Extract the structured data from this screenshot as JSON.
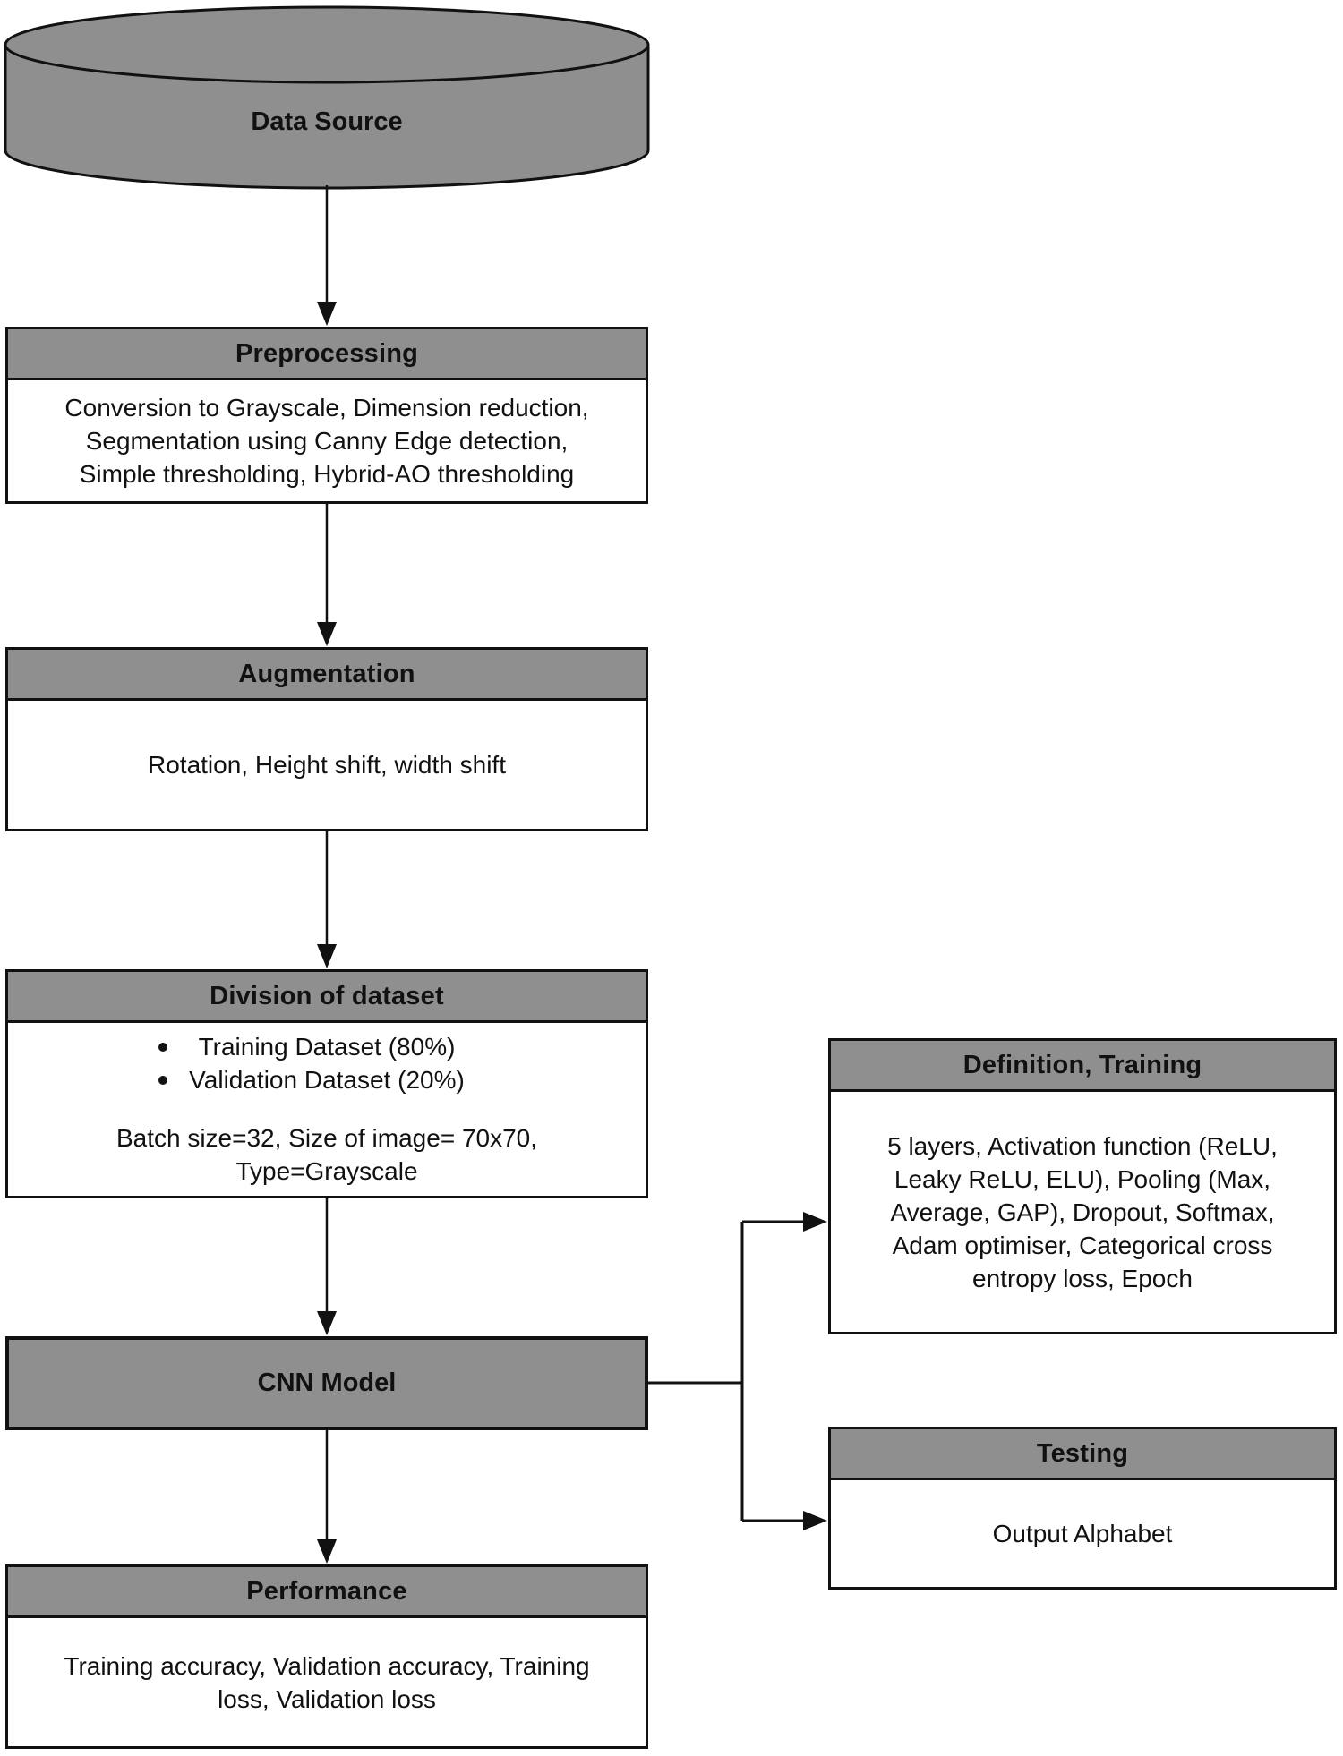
{
  "diagram_type": "flowchart",
  "colors": {
    "node_fill_gray": "#8f8f8f",
    "border_black": "#111111",
    "background": "#ffffff"
  },
  "nodes": {
    "data_source": {
      "shape": "cylinder",
      "label": "Data Source"
    },
    "preprocessing": {
      "title": "Preprocessing",
      "body_lines": [
        "Conversion to Grayscale, Dimension reduction,",
        "Segmentation using Canny Edge detection,",
        "Simple thresholding, Hybrid-AO thresholding"
      ]
    },
    "augmentation": {
      "title": "Augmentation",
      "body_lines": [
        "Rotation, Height shift, width shift"
      ]
    },
    "division_of_dataset": {
      "title": "Division of dataset",
      "bullets": [
        "Training Dataset (80%)",
        "Validation Dataset (20%)"
      ],
      "note_lines": [
        "Batch size=32, Size of image= 70x70,",
        "Type=Grayscale"
      ]
    },
    "cnn_model": {
      "title": "CNN Model"
    },
    "definition_training": {
      "title": "Definition, Training",
      "body_lines": [
        "5 layers, Activation function (ReLU,",
        "Leaky ReLU, ELU), Pooling (Max,",
        "Average, GAP), Dropout, Softmax,",
        "Adam optimiser, Categorical cross",
        "entropy loss, Epoch"
      ]
    },
    "testing": {
      "title": "Testing",
      "body_lines": [
        "Output Alphabet"
      ]
    },
    "performance": {
      "title": "Performance",
      "body_lines": [
        "Training accuracy, Validation accuracy, Training",
        "loss, Validation loss"
      ]
    }
  },
  "edges": [
    {
      "from": "data_source",
      "to": "preprocessing"
    },
    {
      "from": "preprocessing",
      "to": "augmentation"
    },
    {
      "from": "augmentation",
      "to": "division_of_dataset"
    },
    {
      "from": "division_of_dataset",
      "to": "cnn_model"
    },
    {
      "from": "cnn_model",
      "to": "definition_training"
    },
    {
      "from": "cnn_model",
      "to": "testing"
    },
    {
      "from": "cnn_model",
      "to": "performance"
    }
  ]
}
